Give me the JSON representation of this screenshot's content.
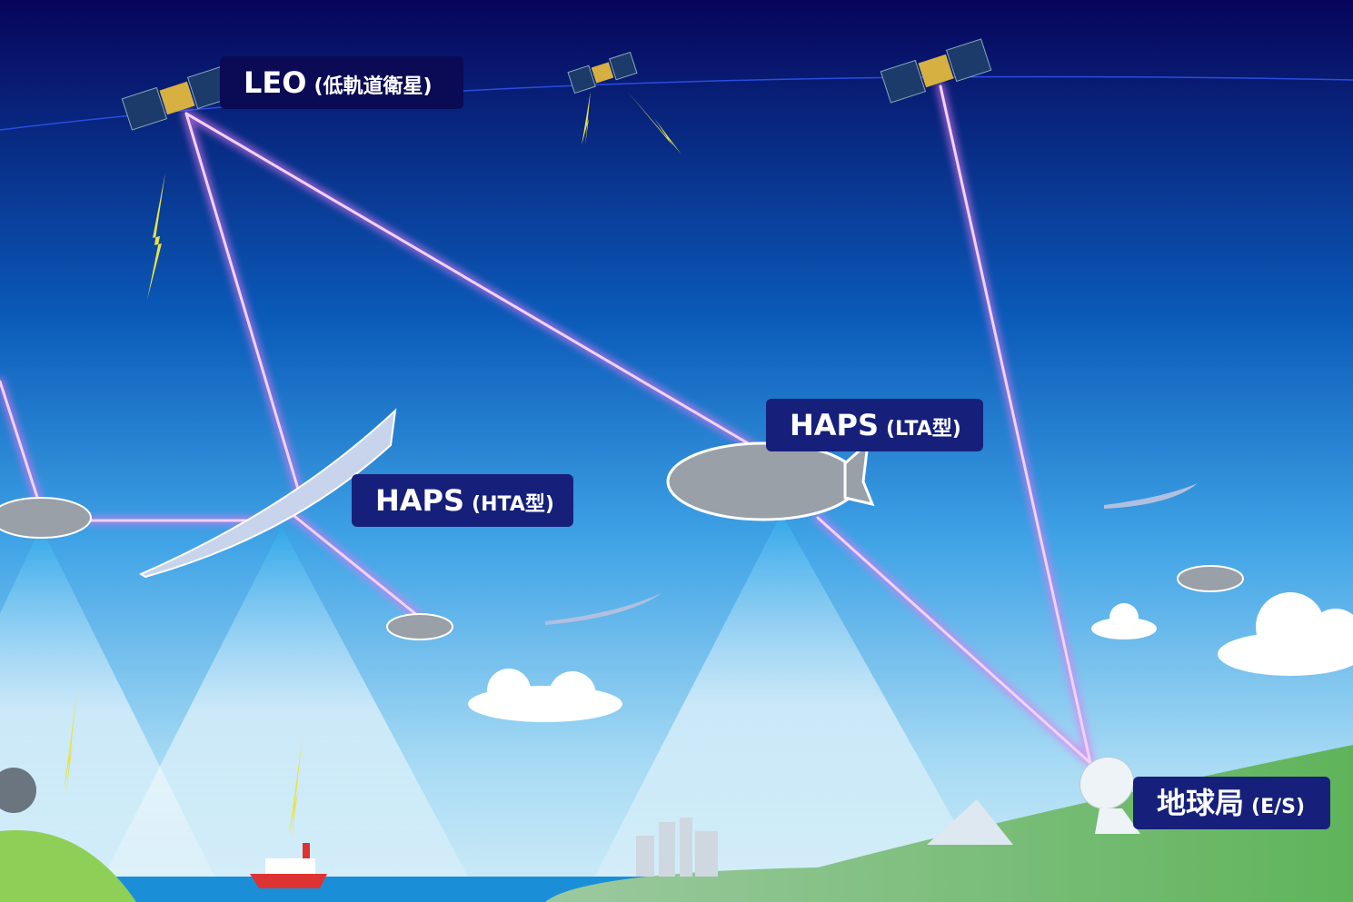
{
  "labels": {
    "leo": {
      "main": "LEO",
      "sub": "(低軌道衛星)"
    },
    "haps_hta": {
      "main": "HAPS",
      "sub": "(HTA型)"
    },
    "haps_lta": {
      "main": "HAPS",
      "sub": "(LTA型)"
    },
    "earth_station": {
      "main": "地球局",
      "sub": "(E/S)"
    }
  },
  "colors": {
    "sky_top": "#07055a",
    "sky_mid": "#0a66c4",
    "sky_low": "#bfe4f6",
    "beam": "#e07cf2",
    "label_bg": "#16207a",
    "hill": "#6fbf6a",
    "sea": "#1a8fd8"
  }
}
